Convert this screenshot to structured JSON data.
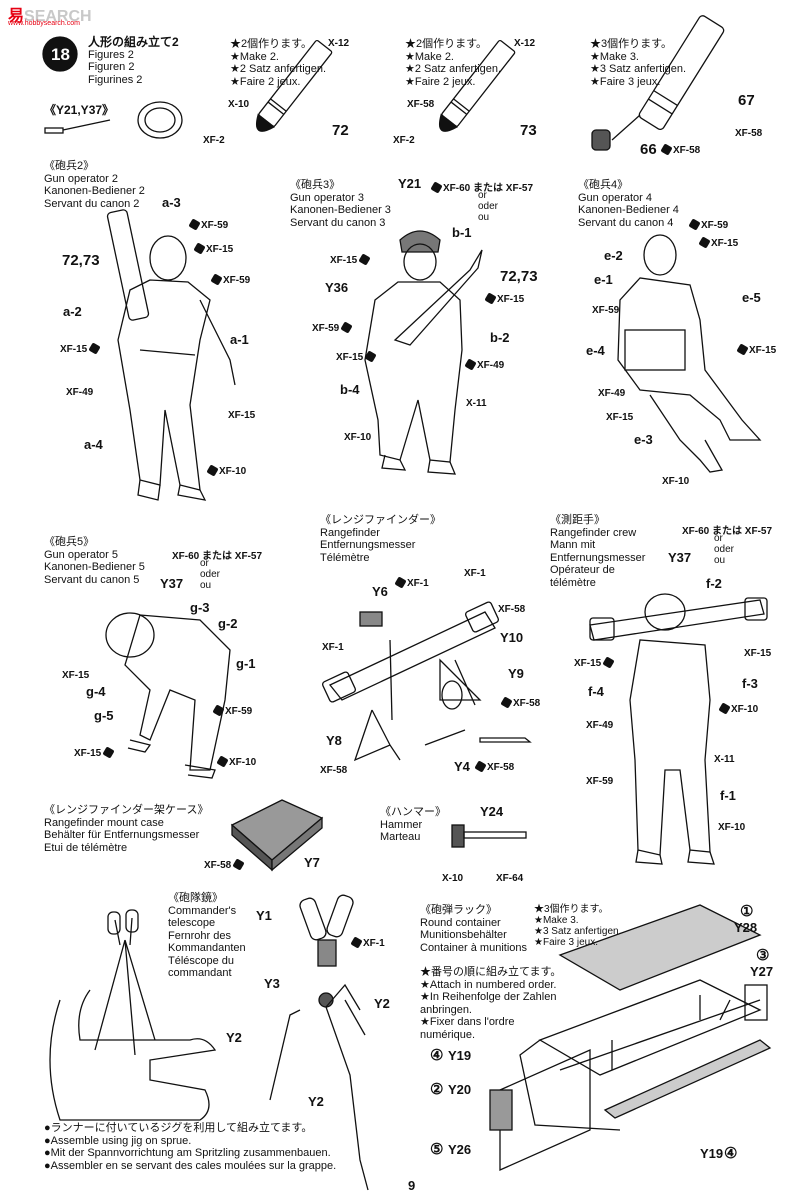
{
  "watermark": {
    "brand_red": "易",
    "brand_gray": "SEARCH",
    "sub": "www.hobbysearch.com"
  },
  "step": {
    "number": "18",
    "title_jp": "人形の組み立て2",
    "title_en": "Figures 2",
    "title_de": "Figuren 2",
    "title_fr": "Figurines 2"
  },
  "parts_y21_y37": "《Y21,Y37》",
  "shell72": {
    "note": [
      "★2個作ります。",
      "★Make 2.",
      "★2 Satz anfertigen.",
      "★Faire 2 jeux."
    ],
    "part": "72",
    "c1": "X-12",
    "c2": "X-10",
    "c3": "XF-2"
  },
  "shell73": {
    "note": [
      "★2個作ります。",
      "★Make 2.",
      "★2 Satz anfertigen.",
      "★Faire 2 jeux."
    ],
    "part": "73",
    "c1": "X-12",
    "c2": "XF-58",
    "c3": "XF-2"
  },
  "tube": {
    "note": [
      "★3個作ります。",
      "★Make 3.",
      "★3 Satz anfertigen.",
      "★Faire 3 jeux."
    ],
    "part67": "67",
    "part66": "66",
    "c67": "XF-58",
    "c66": "XF-58"
  },
  "op2": {
    "title": [
      "《砲兵2》",
      "Gun operator 2",
      "Kanonen-Bediener 2",
      "Servant du canon 2"
    ],
    "labels": {
      "a3": "a-3",
      "p7273": "72,73",
      "a2": "a-2",
      "a1": "a-1",
      "a4": "a-4"
    },
    "colors": {
      "c1": "XF-59",
      "c2": "XF-15",
      "c3": "XF-59",
      "c4": "XF-15",
      "c5": "XF-49",
      "c6": "XF-15",
      "c7": "XF-10"
    }
  },
  "op3": {
    "title": [
      "《砲兵3》",
      "Gun operator 3",
      "Kanonen-Bediener 3",
      "Servant du canon 3"
    ],
    "y21": "Y21",
    "alt": "XF-60 または XF-57",
    "or": "or",
    "oder": "oder",
    "ou": "ou",
    "labels": {
      "b1": "b-1",
      "p7273": "72,73",
      "y36": "Y36",
      "b2": "b-2",
      "b4": "b-4"
    },
    "colors": {
      "c1": "XF-15",
      "c2": "XF-15",
      "c3": "XF-59",
      "c4": "XF-15",
      "c5": "XF-49",
      "c6": "X-11",
      "c7": "XF-10"
    }
  },
  "op4": {
    "title": [
      "《砲兵4》",
      "Gun operator 4",
      "Kanonen-Bediener 4",
      "Servant du canon 4"
    ],
    "labels": {
      "e2": "e-2",
      "e1": "e-1",
      "e5": "e-5",
      "e4": "e-4",
      "e3": "e-3"
    },
    "colors": {
      "c1": "XF-59",
      "c2": "XF-15",
      "c3": "XF-59",
      "c4": "XF-15",
      "c5": "XF-49",
      "c6": "XF-15",
      "c7": "XF-10"
    }
  },
  "op5": {
    "title": [
      "《砲兵5》",
      "Gun operator 5",
      "Kanonen-Bediener 5",
      "Servant du canon 5"
    ],
    "y37": "Y37",
    "alt": "XF-60 または XF-57",
    "or": "or",
    "oder": "oder",
    "ou": "ou",
    "labels": {
      "g3": "g-3",
      "g2": "g-2",
      "g1": "g-1",
      "g4": "g-4",
      "g5": "g-5"
    },
    "colors": {
      "c1": "XF-15",
      "c2": "XF-59",
      "c3": "XF-15",
      "c4": "XF-10"
    }
  },
  "rangefinder": {
    "title": [
      "《レンジファインダー》",
      "Rangefinder",
      "Entfernungsmesser",
      "Télémètre"
    ],
    "parts": {
      "y6": "Y6",
      "y10": "Y10",
      "y9": "Y9",
      "y8": "Y8",
      "y4": "Y4"
    },
    "colors": {
      "c1": "XF-1",
      "c2": "XF-1",
      "c3": "XF-58",
      "c4": "XF-1",
      "c5": "XF-58",
      "c6": "XF-58",
      "c7": "XF-58"
    }
  },
  "crew": {
    "title": [
      "《測距手》",
      "Rangefinder crew",
      "Mann mit",
      "Entfernungsmesser",
      "Opérateur de",
      "télémètre"
    ],
    "y37": "Y37",
    "alt": "XF-60 または XF-57",
    "or": "or",
    "oder": "oder",
    "ou": "ou",
    "labels": {
      "f2": "f-2",
      "f3": "f-3",
      "f4": "f-4",
      "f1": "f-1"
    },
    "colors": {
      "c1": "XF-15",
      "c2": "XF-15",
      "c3": "XF-10",
      "c4": "XF-49",
      "c5": "X-11",
      "c6": "XF-59",
      "c7": "XF-10"
    }
  },
  "mountcase": {
    "title": [
      "《レンジファインダー架ケース》",
      "Rangefinder mount case",
      "Behälter für Entfernungsmesser",
      "Etui de télémètre"
    ],
    "part": "Y7",
    "color": "XF-58"
  },
  "hammer": {
    "title": [
      "《ハンマー》",
      "Hammer",
      "Marteau"
    ],
    "part": "Y24",
    "c1": "X-10",
    "c2": "XF-64"
  },
  "telescope": {
    "title": [
      "《砲隊鏡》",
      "Commander's",
      "telescope",
      "Fernrohr des",
      "Kommandanten",
      "Téléscope du",
      "commandant"
    ],
    "parts": {
      "y1": "Y1",
      "y3": "Y3",
      "y2a": "Y2",
      "y2b": "Y2",
      "y2c": "Y2"
    },
    "color": "XF-1",
    "jig": [
      "●ランナーに付いているジグを利用して組み立てます。",
      "●Assemble using jig on sprue.",
      "●Mit der Spannvorrichtung am Spritzling zusammenbauen.",
      "●Assembler en se servant des cales moulées sur la grappe."
    ]
  },
  "rack": {
    "title": [
      "《砲弾ラック》",
      "Round container",
      "Munitionsbehälter",
      "Container à munitions"
    ],
    "note": [
      "★3個作ります。",
      "★Make 3.",
      "★3 Satz anfertigen.",
      "★Faire 3 jeux."
    ],
    "order": [
      "★番号の順に組み立てます。",
      "★Attach in numbered order.",
      "★In Reihenfolge der Zahlen",
      "anbringen.",
      "★Fixer dans l'ordre",
      "numérique."
    ],
    "parts": {
      "p1": "①",
      "y28": "Y28",
      "p3": "③",
      "y27": "Y27",
      "p4": "④",
      "y19": "Y19",
      "p2": "②",
      "y20": "Y20",
      "p5": "⑤",
      "y26": "Y26",
      "y19b": "Y19",
      "p4b": "④"
    }
  },
  "page_number": "9"
}
